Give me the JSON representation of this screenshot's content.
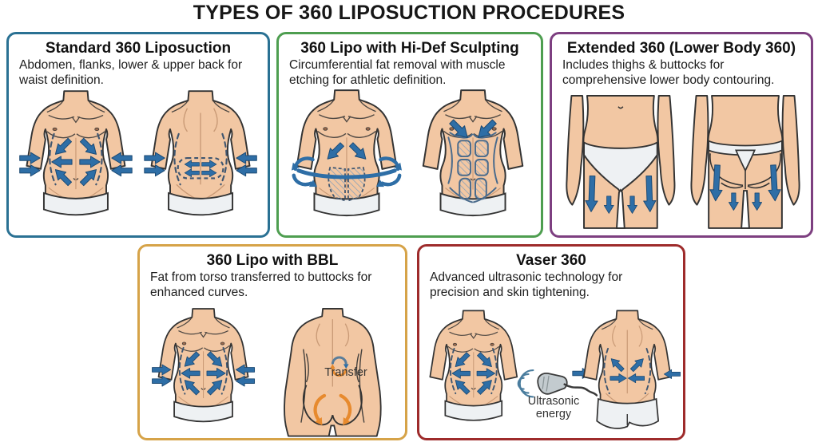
{
  "page": {
    "title": "TYPES OF 360 LIPOSUCTION PROCEDURES"
  },
  "panels": [
    {
      "id": "standard-360",
      "title": "Standard 360 Liposuction",
      "description": "Abdomen, flanks, lower & upper back for waist definition.",
      "border_color": "#2a7193"
    },
    {
      "id": "hi-def-sculpting",
      "title": "360 Lipo with Hi-Def Sculpting",
      "description": "Circumferential fat removal with muscle etching for athletic definition.",
      "border_color": "#4e9e50"
    },
    {
      "id": "extended-360",
      "title": "Extended 360 (Lower Body 360)",
      "description": "Includes thighs & buttocks for comprehensive lower body contouring.",
      "border_color": "#7d3f80"
    },
    {
      "id": "bbl-360",
      "title": "360 Lipo with BBL",
      "description": "Fat from torso transferred to buttocks for enhanced curves.",
      "border_color": "#d6a348",
      "figure_label": "Transfer"
    },
    {
      "id": "vaser-360",
      "title": "Vaser 360",
      "description": "Advanced ultrasonic technology for precision and skin tightening.",
      "border_color": "#9e2b2b",
      "figure_label": "Ultrasonic energy"
    }
  ],
  "colors": {
    "arrow_blue": "#2e6ea6",
    "transfer_orange": "#e78a2e",
    "skin": "#f2c7a3",
    "underwear": "#eef1f3",
    "dash_line": "#3f5670",
    "title_text": "#171717"
  }
}
